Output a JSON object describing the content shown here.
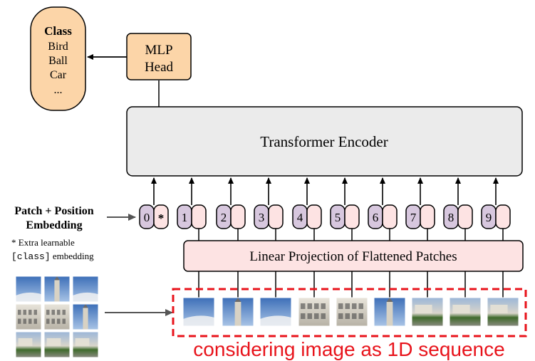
{
  "class_box": {
    "title": "Class",
    "items": [
      "Bird",
      "Ball",
      "Car",
      "..."
    ]
  },
  "mlp_head": {
    "line1": "MLP",
    "line2": "Head"
  },
  "transformer_encoder": {
    "label": "Transformer Encoder"
  },
  "patch_embedding": {
    "line1": "Patch + Position",
    "line2": "Embedding"
  },
  "extra_note": {
    "line1": "* Extra learnable",
    "code": "[class]",
    "suffix": " embedding"
  },
  "tokens": [
    {
      "index": "0",
      "mark": "*"
    },
    {
      "index": "1",
      "mark": ""
    },
    {
      "index": "2",
      "mark": ""
    },
    {
      "index": "3",
      "mark": ""
    },
    {
      "index": "4",
      "mark": ""
    },
    {
      "index": "5",
      "mark": ""
    },
    {
      "index": "6",
      "mark": ""
    },
    {
      "index": "7",
      "mark": ""
    },
    {
      "index": "8",
      "mark": ""
    },
    {
      "index": "9",
      "mark": ""
    }
  ],
  "linear_projection": {
    "label": "Linear Projection of Flattened Patches"
  },
  "annotation": {
    "label": "considering image as 1D sequence"
  },
  "colors": {
    "class_fill": "#fcd5a8",
    "mlp_fill": "#fcd5a8",
    "encoder_fill": "#ebebeb",
    "projection_fill": "#fde3e3",
    "token_pos_fill": "#d7c7de",
    "token_embed_fill": "#fde3e3",
    "annotation_red": "#e8131b",
    "line": "#000000"
  }
}
